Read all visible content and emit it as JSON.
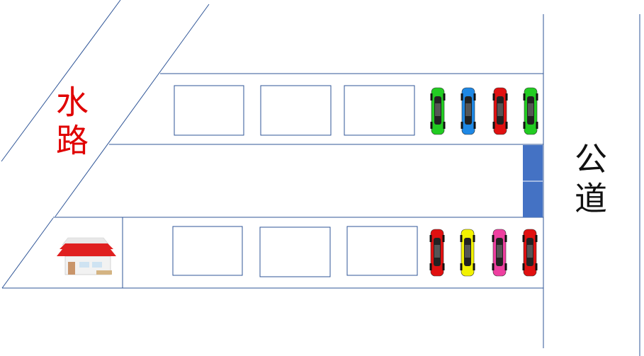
{
  "labels": {
    "canal": "水路",
    "public_road": "公道"
  },
  "colors": {
    "line": "#2f5597",
    "canal_text": "#e00000",
    "road_text": "#111111",
    "gate": "#4472c4"
  },
  "parking_rows": {
    "upper": {
      "empty_spaces": 3,
      "cars": [
        "green",
        "blue",
        "red",
        "green"
      ]
    },
    "lower": {
      "empty_spaces": 3,
      "cars": [
        "red",
        "yellow",
        "pink",
        "red"
      ]
    }
  },
  "house": {
    "icon": "house-icon",
    "roof_color": "#e02020"
  },
  "car_colors": {
    "green": "#22cc22",
    "blue": "#1e88e5",
    "red": "#e01010",
    "yellow": "#f2f200",
    "pink": "#ee3fa0"
  }
}
